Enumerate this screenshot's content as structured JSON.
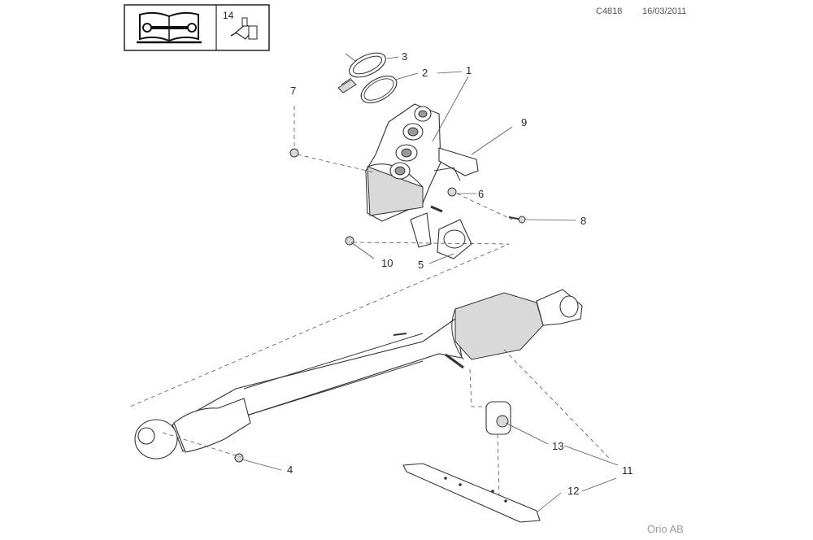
{
  "header": {
    "drawing_code": "C4818",
    "date": "16/03/2011",
    "accessory_ref": "14"
  },
  "brand": "Orio AB",
  "callouts": [
    {
      "id": "c1",
      "label": "1"
    },
    {
      "id": "c2",
      "label": "2"
    },
    {
      "id": "c3",
      "label": "3"
    },
    {
      "id": "c4",
      "label": "4"
    },
    {
      "id": "c5",
      "label": "5"
    },
    {
      "id": "c6",
      "label": "6"
    },
    {
      "id": "c7",
      "label": "7"
    },
    {
      "id": "c8",
      "label": "8"
    },
    {
      "id": "c9",
      "label": "9"
    },
    {
      "id": "c10",
      "label": "10"
    },
    {
      "id": "c11",
      "label": "11"
    },
    {
      "id": "c12",
      "label": "12"
    },
    {
      "id": "c13",
      "label": "13"
    }
  ],
  "icons": [
    "manual-book-icon",
    "wrench-icon",
    "sealant-tube-icon"
  ]
}
